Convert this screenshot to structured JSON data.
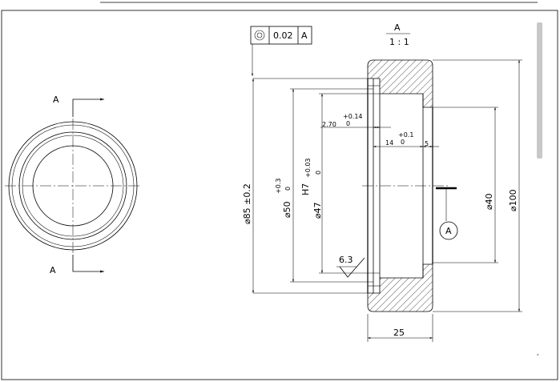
{
  "view": {
    "section_letter": "A",
    "scale": "1 : 1",
    "cut_marker_left_top": "A",
    "cut_marker_left_bottom": "A"
  },
  "tolerance_frame": {
    "symbol_icon": "concentricity-icon",
    "value": "0.02",
    "datum": "A"
  },
  "datum_feature": {
    "label": "A"
  },
  "dimensions": {
    "d85": {
      "prefix": "⌀85",
      "tol": "±0.2"
    },
    "d50": {
      "prefix": "⌀50",
      "upper": "+0.3",
      "lower": "0"
    },
    "d47": {
      "prefix": "⌀47",
      "fit": "H7",
      "upper": "+0.03",
      "lower": "0"
    },
    "groove_w": {
      "value": "2.70",
      "upper": "+0.14",
      "lower": "0"
    },
    "groove_pos": {
      "value": "14",
      "upper": "+0.1",
      "lower": "0"
    },
    "chamfer": {
      "value": "5"
    },
    "d40": {
      "prefix": "⌀40"
    },
    "d100": {
      "prefix": "⌀100"
    },
    "width": {
      "value": "25"
    },
    "roughness": {
      "value": "6.3"
    }
  }
}
